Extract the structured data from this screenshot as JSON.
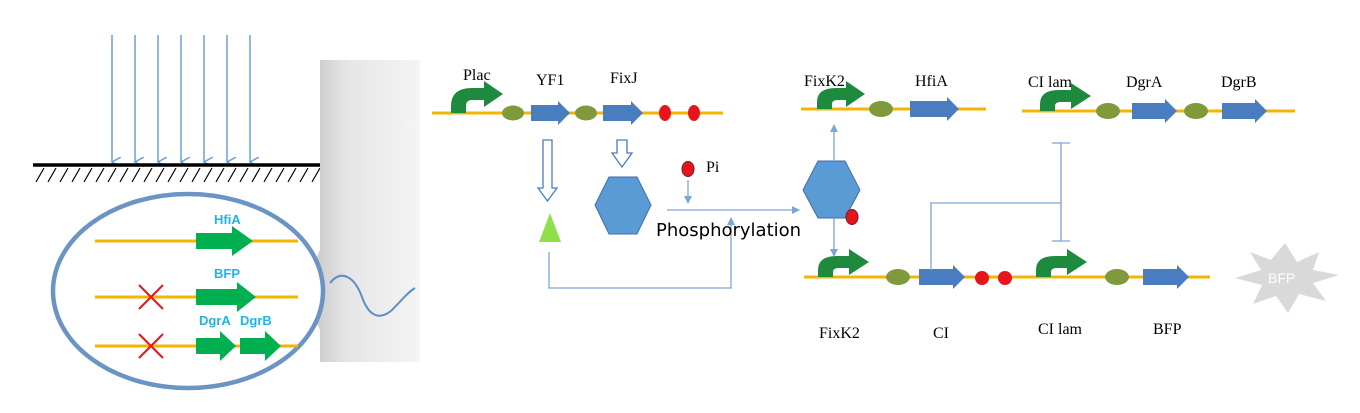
{
  "inset": {
    "genes": {
      "hfia": "HfiA",
      "bfp": "BFP",
      "dgra": "DgrA",
      "dgrb": "DgrB"
    }
  },
  "circuit": {
    "plac": "Plac",
    "yf1": "YF1",
    "fixj": "FixJ",
    "pi": "Pi",
    "phosphorylation": "Phosphorylation",
    "fixk2_top": "FixK2",
    "hfia": "HfiA",
    "ci_lam_top": "CI lam",
    "dgra": "DgrA",
    "dgrb": "DgrB",
    "fixk2_bottom": "FixK2",
    "ci": "CI",
    "ci_lam_bottom": "CI lam",
    "bfp": "BFP",
    "bfp_burst": "BFP"
  },
  "colors": {
    "dna_line": "#f5b400",
    "promoter_arrow": "#1e8a3e",
    "rbs": "#7f9a3a",
    "cds_arrow": "#4a7dc0",
    "operator": "#e8141c",
    "protein": "#5b9bd5",
    "inset_gene": "#00b050",
    "inset_label": "#1fb4e6",
    "repression_x": "#e8141c",
    "light_rays": "#6a9fd4",
    "connector": "#7aa7d6",
    "chromophore": "#8ee04a",
    "bfp_burst": "#d9d9d9"
  }
}
